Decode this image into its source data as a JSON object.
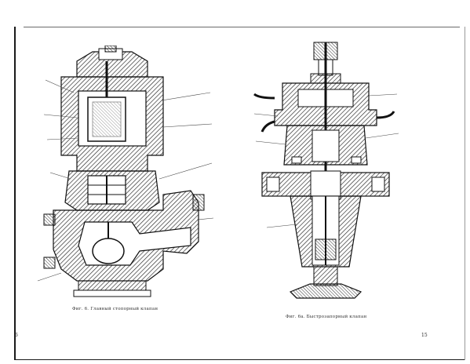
{
  "page": {
    "left_caption": "Фиг. 6. Главный стопорный клапан",
    "right_caption": "Фиг. 6а. Быстрозапорный клапан",
    "left_marker": "6",
    "page_number": "15"
  },
  "figures": [
    {
      "name": "stop-valve-cross-section",
      "caption_key": "left_caption"
    },
    {
      "name": "quick-closing-valve-cross-section",
      "caption_key": "right_caption"
    }
  ]
}
